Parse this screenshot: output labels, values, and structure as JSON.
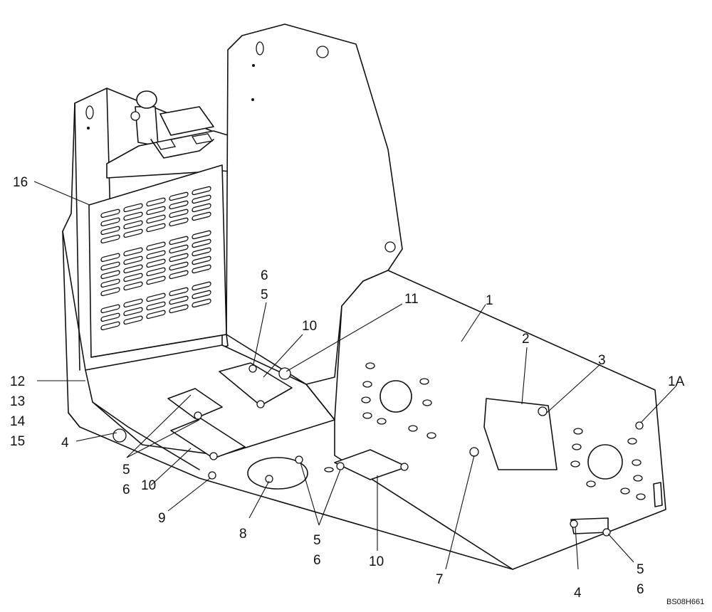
{
  "callouts": {
    "c1": "1",
    "c1a": "1A",
    "c2": "2",
    "c3": "3",
    "c4a": "4",
    "c4b": "4",
    "c5a": "5",
    "c5b": "5",
    "c5c": "5",
    "c5d": "5",
    "c6a": "6",
    "c6b": "6",
    "c6c": "6",
    "c6d": "6",
    "c7": "7",
    "c8": "8",
    "c9": "9",
    "c10a": "10",
    "c10b": "10",
    "c10c": "10",
    "c11": "11",
    "c12": "12",
    "c13": "13",
    "c14": "14",
    "c15": "15",
    "c16": "16"
  },
  "drawing_code": "BS08H661"
}
